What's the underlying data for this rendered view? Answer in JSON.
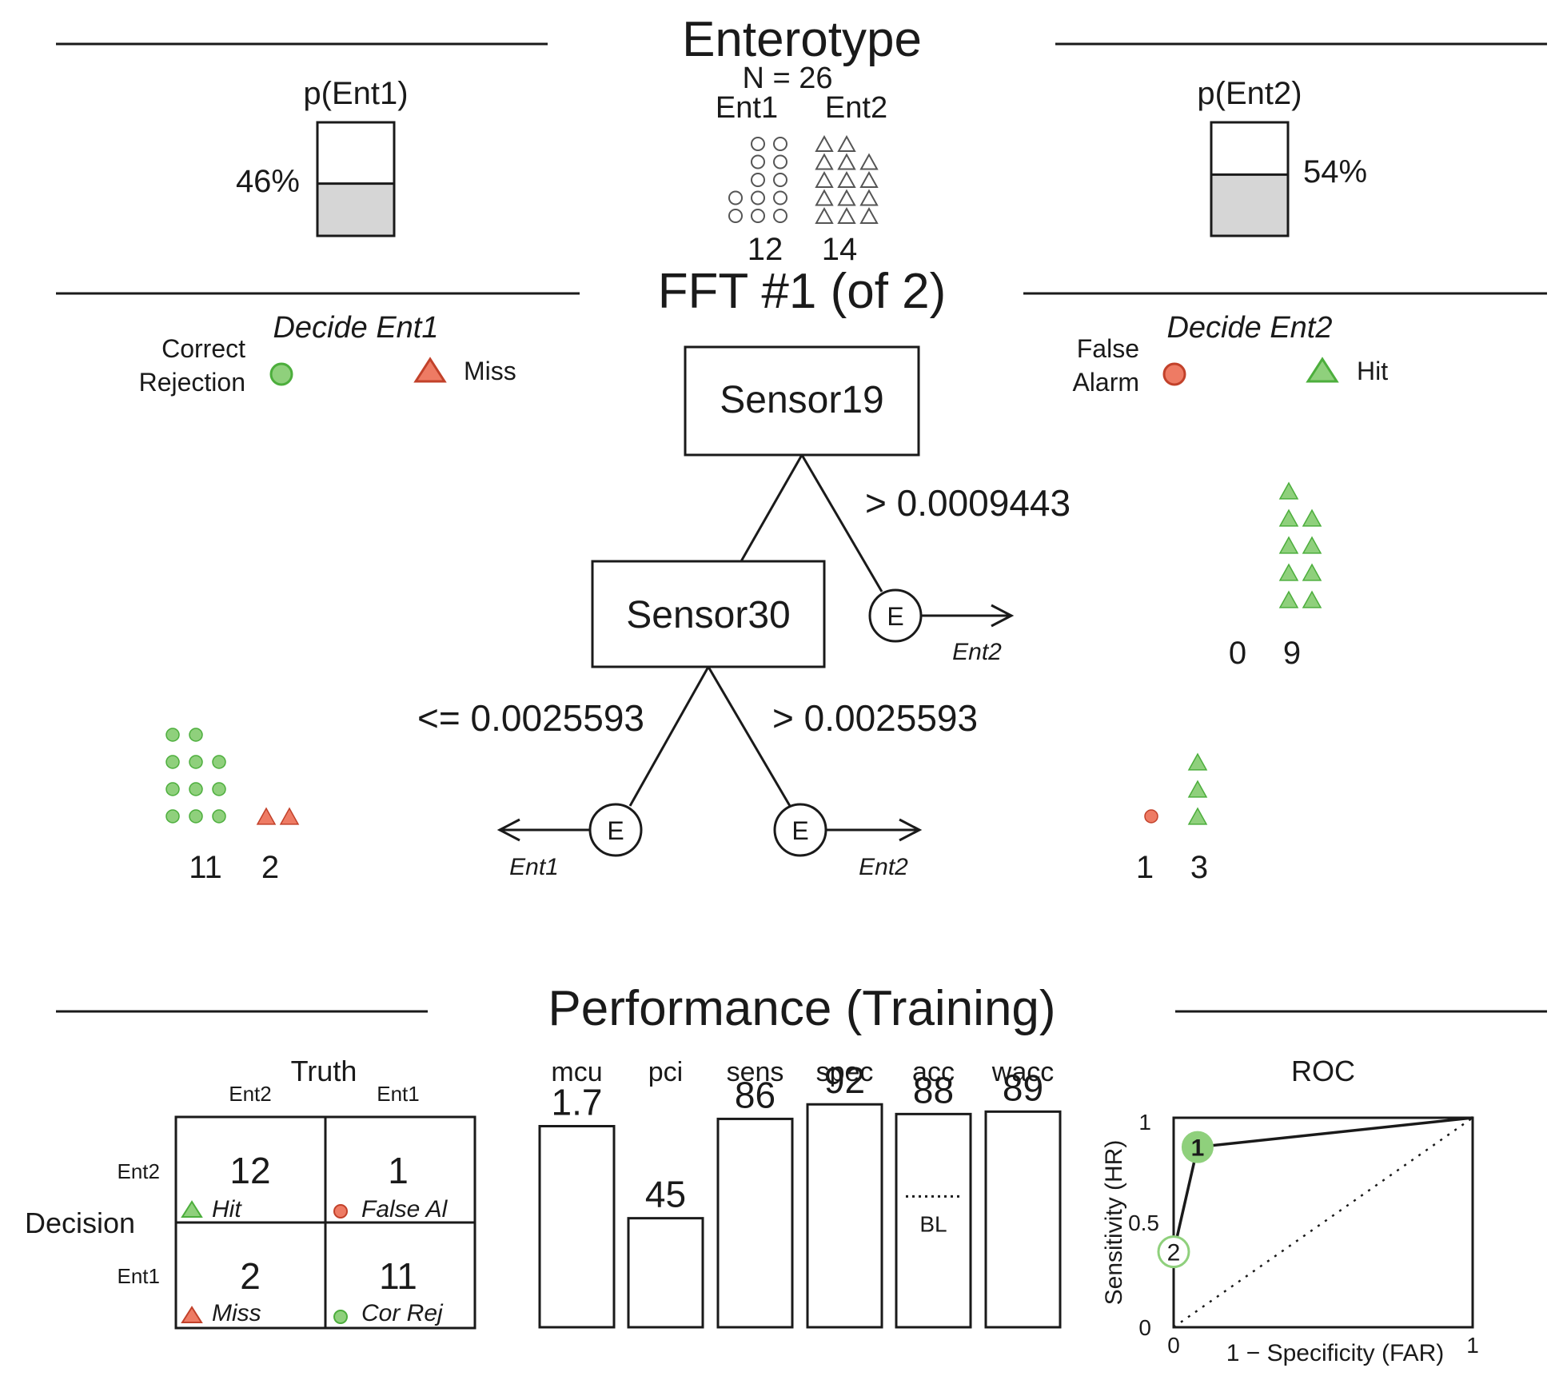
{
  "header": {
    "title": "Enterotype",
    "n_label": "N = 26",
    "class1_label": "Ent1",
    "class2_label": "Ent2",
    "class1_count": "12",
    "class2_count": "14",
    "p1_label": "p(Ent1)",
    "p2_label": "p(Ent2)",
    "p1_pct_label": "46%",
    "p2_pct_label": "54%",
    "p1_value": 0.46,
    "p2_value": 0.54
  },
  "tree": {
    "title": "FFT #1 (of 2)",
    "left_header": "Decide Ent1",
    "right_header": "Decide Ent2",
    "legend_left": {
      "cr_line1": "Correct",
      "cr_line2": "Rejection",
      "miss": "Miss"
    },
    "legend_right": {
      "fa_line1": "False",
      "fa_line2": "Alarm",
      "hit": "Hit"
    },
    "node1": {
      "label": "Sensor19",
      "threshold": "> 0.0009443",
      "exit_symbol": "E",
      "exit_label": "Ent2",
      "counts": [
        "0",
        "9"
      ],
      "noise": 0,
      "signal": 9
    },
    "node2": {
      "label": "Sensor30",
      "left_threshold": "<= 0.0025593",
      "right_threshold": "> 0.0025593",
      "left_exit_symbol": "E",
      "left_exit_label": "Ent1",
      "right_exit_symbol": "E",
      "right_exit_label": "Ent2",
      "left_counts": [
        "11",
        "2"
      ],
      "left_noise": 11,
      "left_signal": 2,
      "right_counts": [
        "1",
        "3"
      ],
      "right_noise": 1,
      "right_signal": 3
    }
  },
  "performance": {
    "title": "Performance (Training)",
    "confusion": {
      "truth_label": "Truth",
      "decision_label": "Decision",
      "col_ent2": "Ent2",
      "col_ent1": "Ent1",
      "row_ent2": "Ent2",
      "row_ent1": "Ent1",
      "hit_n": "12",
      "hit_label": "Hit",
      "fa_n": "1",
      "fa_label": "False Al",
      "miss_n": "2",
      "miss_label": "Miss",
      "cr_n": "11",
      "cr_label": "Cor Rej"
    },
    "bl_label": "BL",
    "roc": {
      "title": "ROC",
      "ylabel": "Sensitivity (HR)",
      "xlabel": "1 − Specificity (FAR)",
      "tick_y1": "1",
      "tick_y05": "0.5",
      "tick_y0": "0",
      "tick_x0": "0",
      "tick_x1": "1"
    }
  },
  "chart_data": {
    "type": "bar",
    "categories": [
      "mcu",
      "pci",
      "sens",
      "spec",
      "acc",
      "wacc"
    ],
    "value_labels": [
      "1.7",
      "45",
      "86",
      "92",
      "88",
      "89"
    ],
    "values": [
      1.7,
      45,
      86,
      92,
      88,
      89
    ],
    "bar_heights_pct": [
      83,
      45,
      86,
      92,
      88,
      89
    ],
    "baseline_pct": 54,
    "roc_points": [
      {
        "label": "1",
        "far": 0.08,
        "hr": 0.86
      },
      {
        "label": "2",
        "far": 0.0,
        "hr": 0.36
      }
    ],
    "roc_line": [
      [
        0,
        0.36
      ],
      [
        0.08,
        0.86
      ],
      [
        1,
        1
      ]
    ],
    "colors": {
      "green": "#8fd07c",
      "green_stroke": "#4cae3c",
      "red": "#ee7b64",
      "red_stroke": "#c2412a",
      "bar_fill": "#d6d6d6"
    }
  }
}
